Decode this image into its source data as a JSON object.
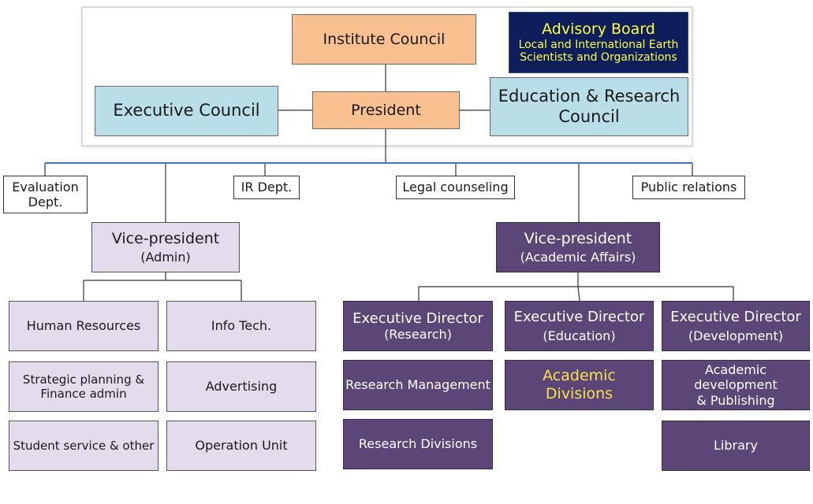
{
  "top": {
    "institute_council": "Institute Council",
    "advisory_board": {
      "title": "Advisory Board",
      "line1": "Local and International Earth",
      "line2": "Scientists and Organizations"
    },
    "executive_council": "Executive Council",
    "president": "President",
    "edu_research_council": {
      "line1": "Education & Research",
      "line2": "Council"
    }
  },
  "staff": {
    "evaluation": {
      "line1": "Evaluation",
      "line2": "Dept."
    },
    "ir": "IR Dept.",
    "legal": "Legal counseling",
    "pr": "Public relations"
  },
  "admin": {
    "vp_title": "Vice-president",
    "vp_sub": "(Admin)",
    "units": {
      "human_resources": "Human Resources",
      "info_tech": "Info Tech.",
      "strategic": {
        "line1": "Strategic planning &",
        "line2": "Finance admin"
      },
      "advertising": "Advertising",
      "student_service": "Student service & other",
      "operation": "Operation Unit"
    }
  },
  "academic": {
    "vp_title": "Vice-president",
    "vp_sub": "(Academic Affairs)",
    "research": {
      "title": "Executive Director",
      "sub": "(Research)",
      "units": [
        "Research Management",
        "Research Divisions"
      ]
    },
    "education": {
      "title": "Executive Director",
      "sub": "(Education)",
      "unit": {
        "line1": "Academic",
        "line2": "Divisions"
      }
    },
    "development": {
      "title": "Executive Director",
      "sub": "(Development)",
      "units": [
        {
          "line1": "Academic development",
          "line2": "& Publishing"
        },
        {
          "line1": "Library",
          "line2": ""
        }
      ]
    }
  },
  "colors": {
    "peach": "#f8c08f",
    "light_blue": "#b9dee8",
    "navy": "#0e1e5c",
    "advisory_text": "#ffff3a",
    "lavender": "#e3dced",
    "purple": "#5b4677",
    "academic_divisions_text": "#f5e24a",
    "blue_connector": "#4472c4"
  }
}
